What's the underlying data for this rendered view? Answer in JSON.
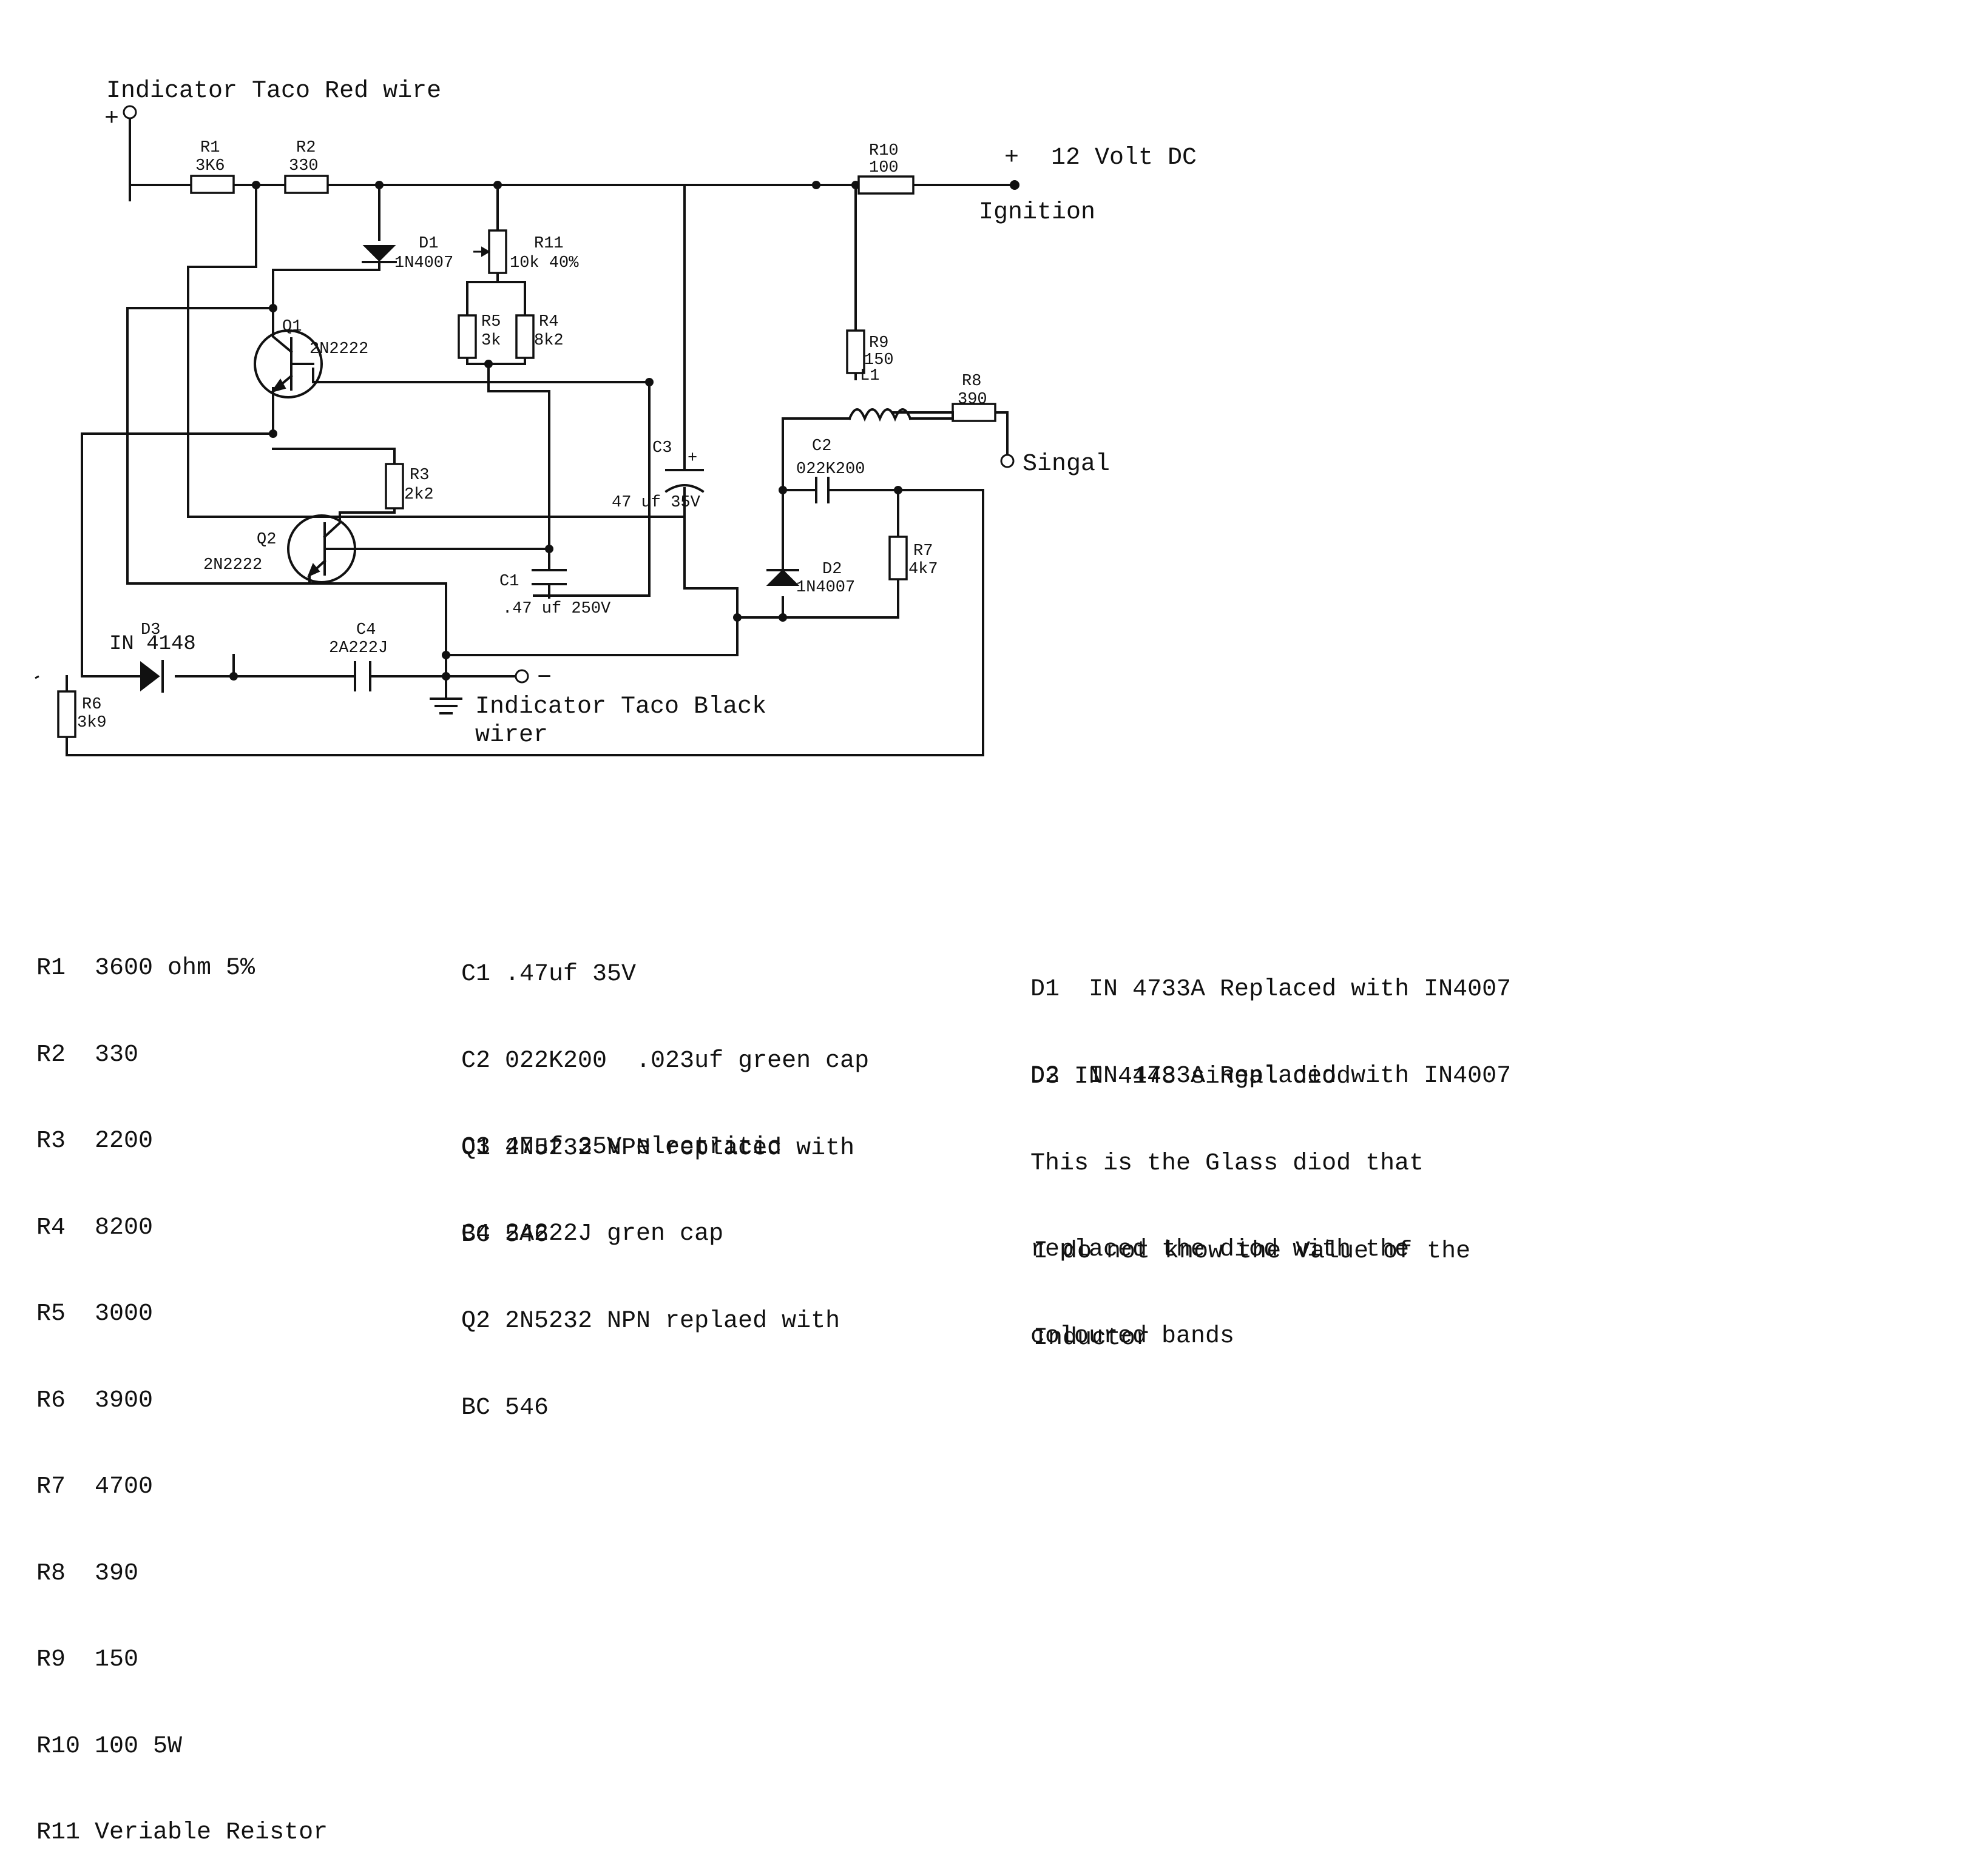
{
  "diagram": {
    "labels": {
      "red_wire": "Indicator Taco Red wire",
      "plus_top": "+",
      "r1_name": "R1",
      "r1_val": "3K6",
      "r2_name": "R2",
      "r2_val": "330",
      "r10_name": "R10",
      "r10_val": "100",
      "supply_plus": "+",
      "supply": "12 Volt DC",
      "ignition": "Ignition",
      "d1_name": "D1",
      "d1_val": "1N4007",
      "r11_name": "R11",
      "r11_val": "10k 40%",
      "r5_name": "R5",
      "r5_val": "3k",
      "r4_name": "R4",
      "r4_val": "8k2",
      "q1_name": "Q1",
      "q1_val": "2N2222",
      "r9_name": "R9",
      "r9_val": "150",
      "l1_name": "L1",
      "r8_name": "R8",
      "r8_val": "390",
      "signal": "Singal",
      "c3_name": "C3",
      "c3_plus": "+",
      "c3_val": "47 uf 35V",
      "c2_name": "C2",
      "c2_val": "022K200",
      "r3_name": "R3",
      "r3_val": "2k2",
      "q2_name": "Q2",
      "q2_val": "2N2222",
      "r7_name": "R7",
      "r7_val": "4k7",
      "d2_name": "D2",
      "d2_val": "1N4007",
      "c1_name": "C1",
      "c1_val": ".47 uf  250V",
      "d3_name": "D3",
      "d3_val": "IN 4148",
      "c4_name": "C4",
      "c4_val": "2A222J",
      "r6_name": "R6",
      "r6_val": "3k9",
      "minus": "−",
      "black_wire_1": "Indicator Taco Black",
      "black_wire_2": "wirer"
    }
  },
  "parts_list": {
    "resistors": [
      "R1  3600 ohm 5%",
      "R2  330",
      "R3  2200",
      "R4  8200",
      "R5  3000",
      "R6  3900",
      "R7  4700",
      "R8  390",
      "R9  150",
      "R10 100 5W",
      "R11 Veriable Reistor"
    ],
    "capacitors": [
      "C1 .47uf 35V",
      "C2 022K200  .023uf green cap",
      "C3 47uf 35V electritic",
      "C4 2A222J gren cap"
    ],
    "transistors": [
      "Q1 2N5232 NPN replaced with",
      "BC 546",
      "Q2 2N5232 NPN replaed with",
      "BC 546"
    ],
    "diodes": [
      "D1  IN 4733A Replaced with IN4007",
      "D2  IN 4733A Replaced with IN4007"
    ],
    "d3_note": [
      "D3 IN 4148 singal diod",
      "This is the Glass diod that",
      "replaced the diod with the",
      "coloured bands"
    ],
    "inductor_note": [
      "I do not know the Value of the",
      "Inductor"
    ]
  }
}
